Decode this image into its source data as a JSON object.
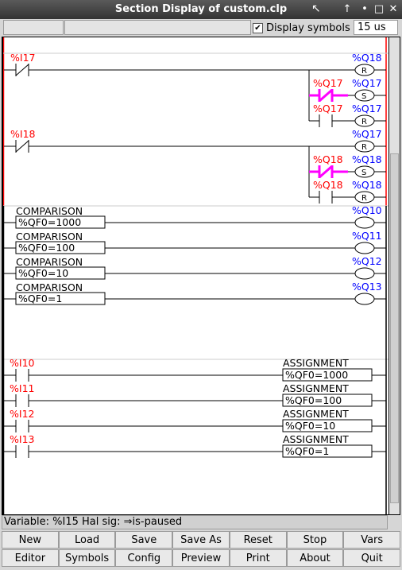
{
  "window": {
    "title": "Section Display of custom.clp"
  },
  "toolbar": {
    "display_symbols_label": "Display symbols",
    "display_symbols_checked": true,
    "scan_time": "15 us"
  },
  "ladder": {
    "rung1": {
      "contact": "%I17",
      "coil": "%Q18",
      "coil_type": "R",
      "branch1_contact": "%Q17",
      "branch1_coil": "%Q17",
      "branch1_type": "S",
      "branch2_contact": "%Q17",
      "branch2_coil": "%Q17",
      "branch2_type": "R"
    },
    "rung2": {
      "contact": "%I18",
      "coil": "%Q17",
      "coil_type": "R",
      "branch1_contact": "%Q18",
      "branch1_coil": "%Q18",
      "branch1_type": "S",
      "branch2_contact": "%Q18",
      "branch2_coil": "%Q18",
      "branch2_type": "R"
    },
    "comparisons": [
      {
        "label": "COMPARISON",
        "expr": "%QF0=1000",
        "coil": "%Q10"
      },
      {
        "label": "COMPARISON",
        "expr": "%QF0=100",
        "coil": "%Q11"
      },
      {
        "label": "COMPARISON",
        "expr": "%QF0=10",
        "coil": "%Q12"
      },
      {
        "label": "COMPARISON",
        "expr": "%QF0=1",
        "coil": "%Q13"
      }
    ],
    "assignments": [
      {
        "contact": "%I10",
        "label": "ASSIGNMENT",
        "expr": "%QF0=1000"
      },
      {
        "contact": "%I11",
        "label": "ASSIGNMENT",
        "expr": "%QF0=100"
      },
      {
        "contact": "%I12",
        "label": "ASSIGNMENT",
        "expr": "%QF0=10"
      },
      {
        "contact": "%I13",
        "label": "ASSIGNMENT",
        "expr": "%QF0=1"
      }
    ]
  },
  "status": {
    "text": "Variable: %I15    Hal sig: ⇒is-paused"
  },
  "buttons_row1": [
    "New",
    "Load",
    "Save",
    "Save As",
    "Reset",
    "Stop",
    "Vars"
  ],
  "buttons_row2": [
    "Editor",
    "Symbols",
    "Config",
    "Preview",
    "Print",
    "About",
    "Quit"
  ],
  "colors": {
    "red": "#ff0000",
    "blue": "#0000ff",
    "magenta": "#ff00ff",
    "title_bg": "#3c3c3c"
  }
}
